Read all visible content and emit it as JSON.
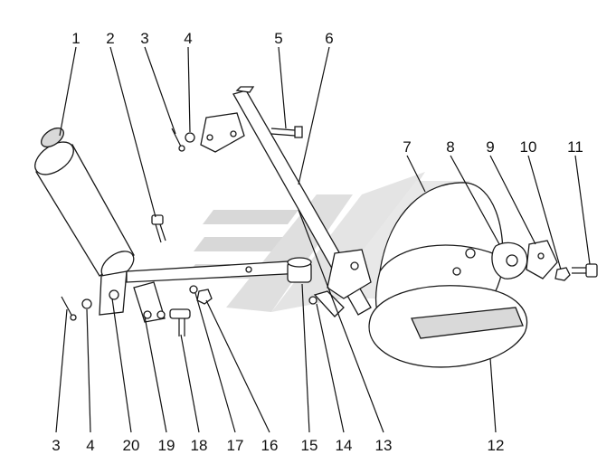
{
  "diagram": {
    "callouts": [
      {
        "id": "c1",
        "text": "1"
      },
      {
        "id": "c2",
        "text": "2"
      },
      {
        "id": "c3a",
        "text": "3"
      },
      {
        "id": "c4a",
        "text": "4"
      },
      {
        "id": "c5",
        "text": "5"
      },
      {
        "id": "c6",
        "text": "6"
      },
      {
        "id": "c7",
        "text": "7"
      },
      {
        "id": "c8",
        "text": "8"
      },
      {
        "id": "c9",
        "text": "9"
      },
      {
        "id": "c10",
        "text": "10"
      },
      {
        "id": "c11",
        "text": "11"
      },
      {
        "id": "c3b",
        "text": "3"
      },
      {
        "id": "c4b",
        "text": "4"
      },
      {
        "id": "c20",
        "text": "20"
      },
      {
        "id": "c19",
        "text": "19"
      },
      {
        "id": "c18",
        "text": "18"
      },
      {
        "id": "c17",
        "text": "17"
      },
      {
        "id": "c16",
        "text": "16"
      },
      {
        "id": "c15",
        "text": "15"
      },
      {
        "id": "c14",
        "text": "14"
      },
      {
        "id": "c13",
        "text": "13"
      },
      {
        "id": "c12",
        "text": "12"
      }
    ],
    "colors": {
      "line": "#111111",
      "watermark": "#cfcfcf",
      "shade": "#d9d9d9"
    },
    "watermark_icon": "stylized-tractor-logo-watermark"
  }
}
